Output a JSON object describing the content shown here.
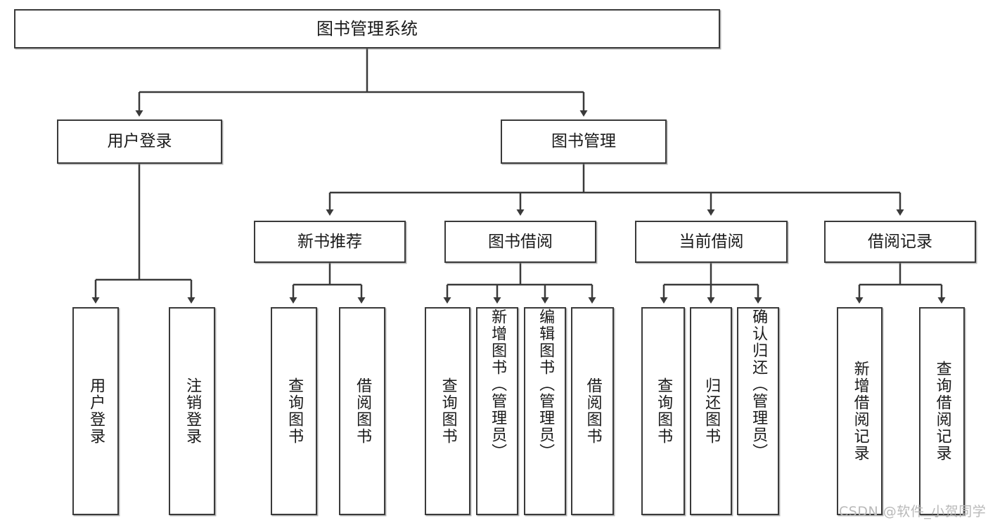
{
  "diagram": {
    "title": "图书管理系统",
    "type": "hierarchy-tree",
    "watermark": "CSDN @软件_小贺同学",
    "colors": {
      "box_border": "#3a3a3a",
      "box_fill": "#ffffff",
      "edge": "#3a3a3a",
      "text": "#1a1a1a",
      "watermark": "#b9b9b9"
    },
    "nodes": {
      "root": "图书管理系统",
      "level2": {
        "user_login": "用户登录",
        "book_manage": "图书管理"
      },
      "level3": {
        "new_book_rec": "新书推荐",
        "book_borrow": "图书借阅",
        "current_borrow": "当前借阅",
        "borrow_record": "借阅记录"
      },
      "leaves": {
        "user_login_1": "用户登录",
        "user_login_2": "注销登录",
        "new_book_rec_1": "查询图书",
        "new_book_rec_2": "借阅图书",
        "book_borrow_1": "查询图书",
        "book_borrow_2": "新增图书（管理员）",
        "book_borrow_3": "编辑图书（管理员）",
        "book_borrow_4": "借阅图书",
        "current_borrow_1": "查询图书",
        "current_borrow_2": "归还图书",
        "current_borrow_3": "确认归还（管理员）",
        "borrow_record_1": "新增借阅记录",
        "borrow_record_2": "查询借阅记录"
      }
    }
  }
}
